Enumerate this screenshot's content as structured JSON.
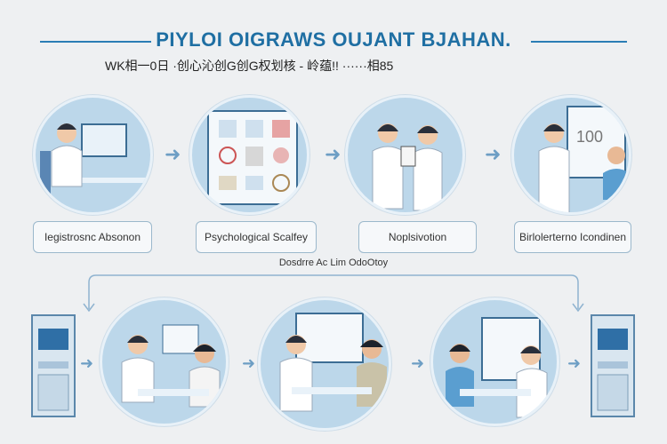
{
  "header": {
    "title": "PIYLOI OIGRAWS OUJANT BJAHAN.",
    "subtitle": "WK相一0日 ·创心沁创G创G权划核 - 岭蕴!! ······相85"
  },
  "steps_top": [
    {
      "label": "Iegistrosnc Absonon"
    },
    {
      "label": "Psychological Scalfey"
    },
    {
      "label": "Noplsivotion"
    },
    {
      "label": "Birlolerterno Icondinen"
    }
  ],
  "connector_label": "Dosdrre Ac Lim OdoOtoy",
  "colors": {
    "accent": "#1f6fa3",
    "circle": "#bcd7ea",
    "arrow": "#6d9ec4"
  }
}
